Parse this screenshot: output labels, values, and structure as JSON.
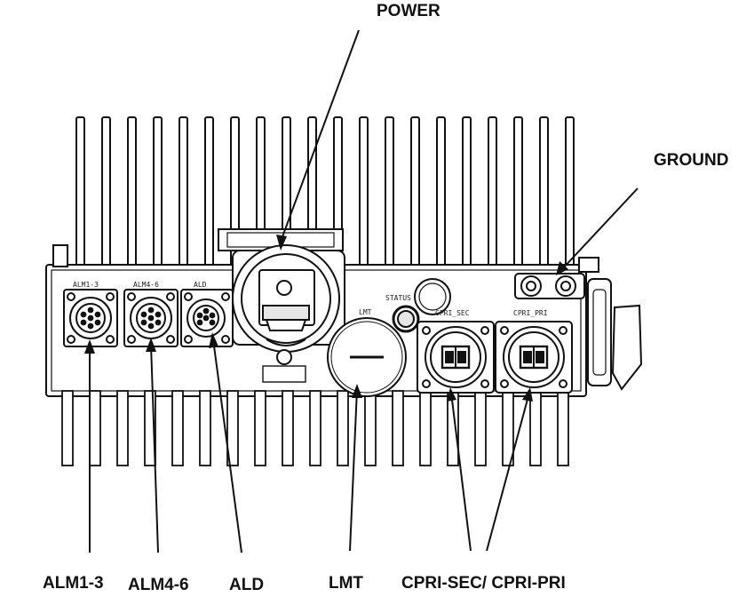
{
  "callouts": {
    "power": "POWER",
    "ground": "GROUND",
    "alm13": "ALM1-3",
    "alm46": "ALM4-6",
    "ald": "ALD",
    "lmt": "LMT",
    "cpri": "CPRI-SEC/ CPRI-PRI"
  },
  "panel_labels": {
    "alm13": "ALM1-3",
    "alm46": "ALM4-6",
    "ald": "ALD",
    "lmt": "LMT",
    "status": "STATUS",
    "cpri_sec": "CPRI_SEC",
    "cpri_pri": "CPRI_PRI"
  },
  "colors": {
    "line": "#111111",
    "fill": "#ffffff",
    "text": "#111111",
    "shade": "#e6e6e6"
  }
}
